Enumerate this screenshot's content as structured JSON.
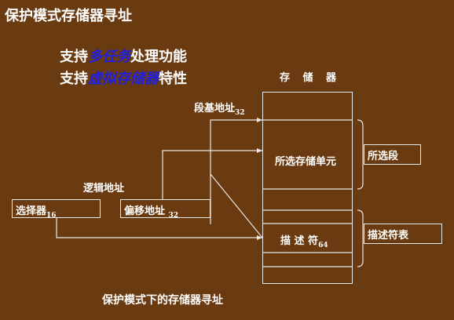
{
  "title": "保护模式存储器寻址",
  "features": [
    {
      "prefix": "支持",
      "highlight": "多任务",
      "suffix": "处理功能"
    },
    {
      "prefix": "支持",
      "highlight": "虚拟存储器",
      "suffix": "特性"
    }
  ],
  "memory_header": "存 储 器",
  "segment_base": {
    "text": "段基地址",
    "sub": "32"
  },
  "logical_address": "逻辑地址",
  "selector": {
    "text": "选择器",
    "sub": "16"
  },
  "offset": {
    "text": "偏移地址 ",
    "sub": "32"
  },
  "selected_cell": "所选存储单元",
  "selected_segment": "所选段",
  "descriptor": {
    "text": "描 述 符",
    "sub": "64"
  },
  "descriptor_table": "描述符表",
  "caption": "保护模式下的存储器寻址",
  "colors": {
    "background": "#6a3a10",
    "text": "#ffffff",
    "highlight": "#2020e0",
    "line": "#e8e8e8"
  }
}
